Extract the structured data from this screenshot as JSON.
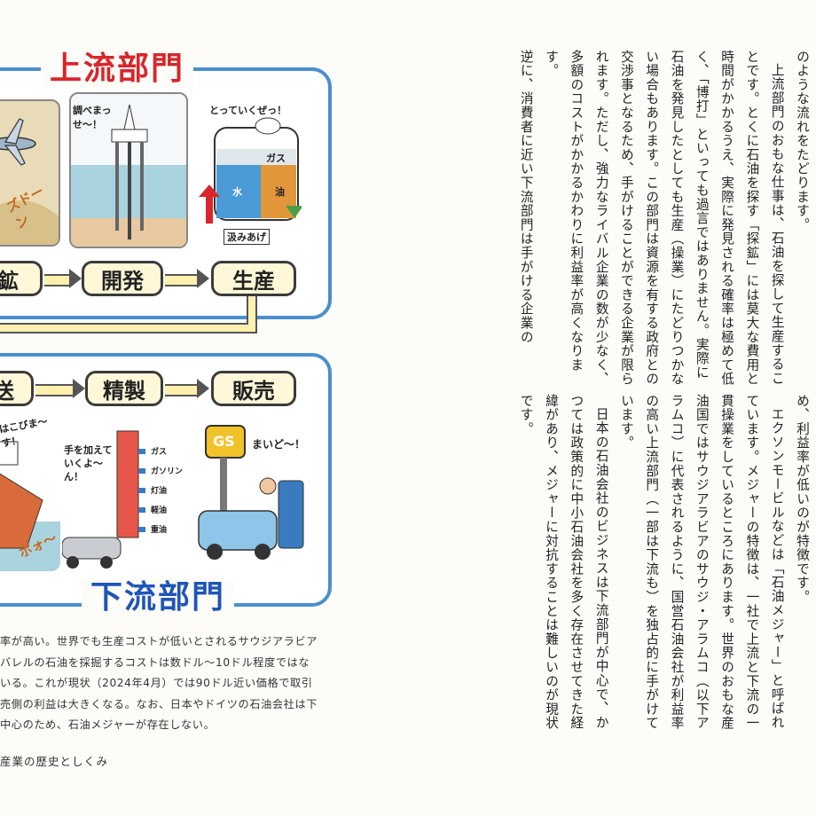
{
  "infographic": {
    "upstream_title": "上流部門",
    "downstream_title": "下流部門",
    "upstream_steps": [
      "鉱",
      "開発",
      "生産"
    ],
    "downstream_steps": [
      "送",
      "精製",
      "販売"
    ],
    "bubbles": {
      "explore": "ズドーン",
      "develop": "調べまっせ〜！",
      "produce": "とっていくぜっ！",
      "gas": "ガス",
      "water": "水",
      "oil": "油",
      "pump": "汲みあげ",
      "ship": "はこびま〜す！",
      "ship_sound": "ボォ〜",
      "refine": "手を加えていくよ〜ん！",
      "refine_gas": "ガス",
      "refine_gasoline": "ガソリン",
      "refine_kerosene": "灯油",
      "refine_light": "軽油",
      "refine_heavy": "重油",
      "gs": "GS",
      "sale": "まいど〜！"
    }
  },
  "caption": [
    "率が高い。世界でも生産コストが低いとされるサウジアラビア",
    "バレルの石油を採掘するコストは数ドル〜10ドル程度ではな",
    "いる。これが現状（2024年4月）では90ドル近い価格で取引",
    "売側の利益は大きくなる。なお、日本やドイツの石油会社は下",
    "中心のため、石油メジャーが存在しない。"
  ],
  "footer": "産業の歴史としくみ",
  "body_top": [
    "のような流れをたどります。",
    "上流部門のおもな仕事は、石油を探して生産することです。とくに石油を探す「探鉱」には莫大な費用と時間がかかるうえ、実際に発見される確率は極めて低く、「博打」といっても過言ではありません。実際に石油を発見したとしても生産（操業）にたどりつかない場合もあります。この部門は資源を有する政府との交渉事となるため、手がけることができる企業が限られます。ただし、強力なライバル企業の数が少なく、多額のコストがかかるかわりに利益率が高くなります。",
    "逆に、消費者に近い下流部門は手がける企業の"
  ],
  "body_bottom": [
    "め、利益率が低いのが特徴です。",
    "エクソンモービルなどは「石油メジャー」と呼ばれています。メジャーの特徴は、一社で上流と下流の一貫操業をしているところにあります。世界のおもな産油国ではサウジアラビアのサウジ・アラムコ（以下アラムコ）に代表されるように、国営石油会社が利益率の高い上流部門（一部は下流も）を独占的に手がけています。",
    "日本の石油会社のビジネスは下流部門が中心で、かつては政策的に中小石油会社を多く存在させてきた経緯があり、メジャーに対抗することは難しいのが現状です。"
  ],
  "colors": {
    "upstream_red": "#d8262c",
    "downstream_blue": "#1f55b8",
    "panel_border": "#4a8fcf",
    "step_fill": "#fff7d8"
  }
}
